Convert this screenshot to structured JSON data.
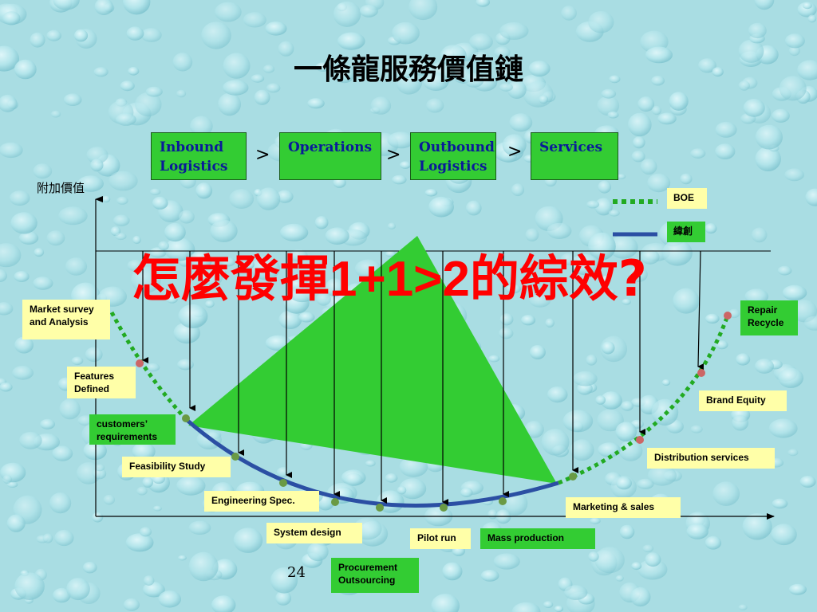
{
  "title": "一條龍服務價值鏈",
  "stages": [
    {
      "line1": "Inbound",
      "line2": "Logistics"
    },
    {
      "line1": "Operations",
      "line2": ""
    },
    {
      "line1": "Outbound",
      "line2": "Logistics"
    },
    {
      "line1": "Services",
      "line2": ""
    }
  ],
  "separator": ">",
  "y_axis_label": "附加價值",
  "legend": {
    "boe": {
      "label": "BOE",
      "color": "#22aa22"
    },
    "weichuang": {
      "label": "緯創",
      "color": "#2244aa"
    }
  },
  "headline": {
    "part1": "怎麼發揮",
    "part2": "1+1>2",
    "part3": "的綜效?"
  },
  "labels": {
    "market_survey": {
      "line1": "Market survey",
      "line2": "and Analysis"
    },
    "features": {
      "line1": "Features",
      "line2": "Defined"
    },
    "customers": {
      "line1": "customers’",
      "line2": "requirements"
    },
    "feasibility": "Feasibility Study",
    "engineering": "Engineering Spec.",
    "system_design": "System design",
    "procurement": {
      "line1": "Procurement",
      "line2": "Outsourcing"
    },
    "pilot_run": "Pilot run",
    "mass_production": "Mass production",
    "marketing": "Marketing & sales",
    "distribution": "Distribution services",
    "brand_equity": "Brand Equity",
    "repair": {
      "line1": "Repair",
      "line2": "Recycle"
    }
  },
  "page_number": "24",
  "colors": {
    "green_box": "#33cc33",
    "yellow_box": "#ffffa8",
    "headline": "#ff0000",
    "stage_text": "#0a1a99"
  }
}
